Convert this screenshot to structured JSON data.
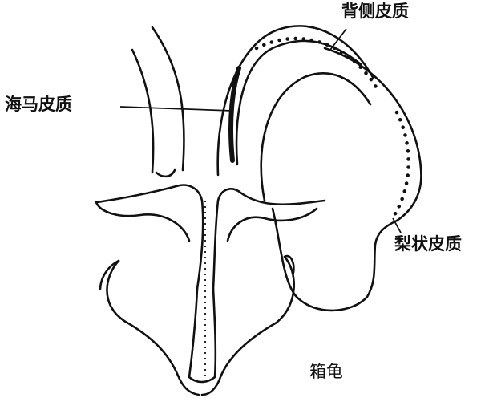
{
  "labels": {
    "dorsal_cortex": "背侧皮质",
    "hippocampal_cortex": "海马皮质",
    "piriform_cortex": "梨状皮质",
    "species": "箱龟"
  },
  "colors": {
    "ink": "#111111",
    "background": "#ffffff"
  }
}
